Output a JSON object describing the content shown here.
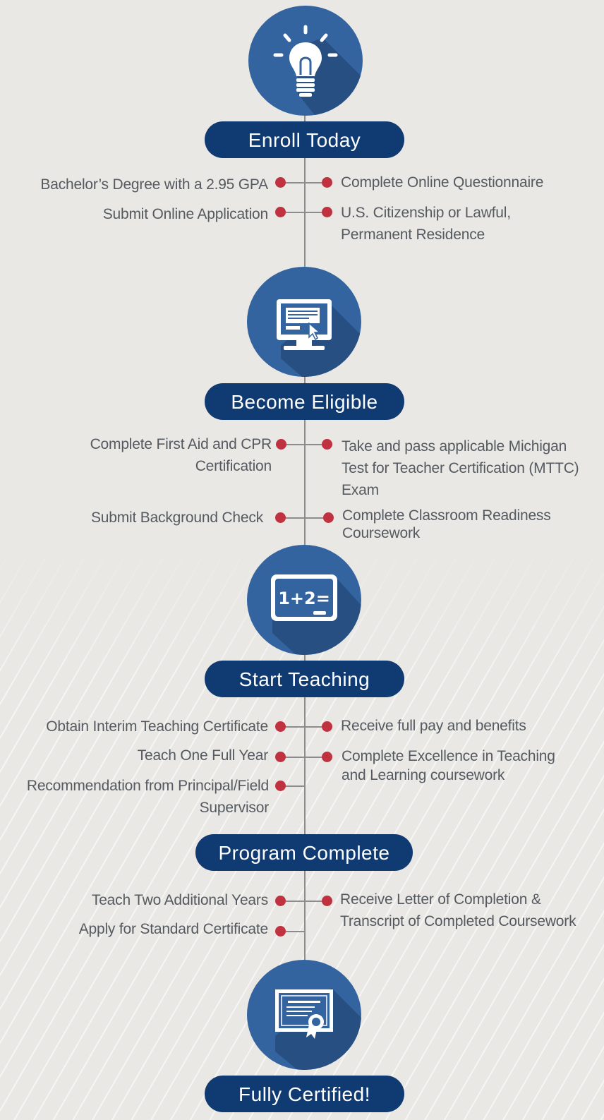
{
  "colors": {
    "background": "#e9e8e5",
    "circle": "#3464a0",
    "pill": "#0f3a72",
    "dot": "#c03240",
    "line": "#8c8c8c",
    "text": "#555a60"
  },
  "stages": [
    {
      "icon": "lightbulb-icon",
      "title": "Enroll Today",
      "left_items": [
        "Bachelor’s Degree with a 2.95 GPA",
        "Submit Online Application"
      ],
      "right_items": [
        "Complete Online Questionnaire",
        "U.S. Citizenship or Lawful, Permanent Residence"
      ]
    },
    {
      "icon": "computer-monitor-icon",
      "title": "Become Eligible",
      "left_items": [
        "Complete First Aid and CPR Certification",
        "Submit Background Check"
      ],
      "right_items": [
        "Take and pass applicable Michigan Test for Teacher Certification (MTTC) Exam",
        "Complete Classroom Readiness Coursework"
      ]
    },
    {
      "icon": "chalkboard-icon",
      "title": "Start Teaching",
      "left_items": [
        "Obtain Interim Teaching Certificate",
        "Teach One Full Year",
        "Recommendation from Principal/Field Supervisor"
      ],
      "right_items": [
        "Receive full pay and benefits",
        "Complete Excellence in Teaching and Learning coursework"
      ]
    },
    {
      "title": "Program Complete",
      "left_items": [
        "Teach Two Additional Years",
        "Apply for Standard Certificate"
      ],
      "right_items": [
        "Receive Letter of Completion & Transcript of Completed Coursework"
      ]
    },
    {
      "icon": "certificate-icon",
      "title": "Fully Certified!"
    }
  ],
  "chalkboard_text": "1+2="
}
